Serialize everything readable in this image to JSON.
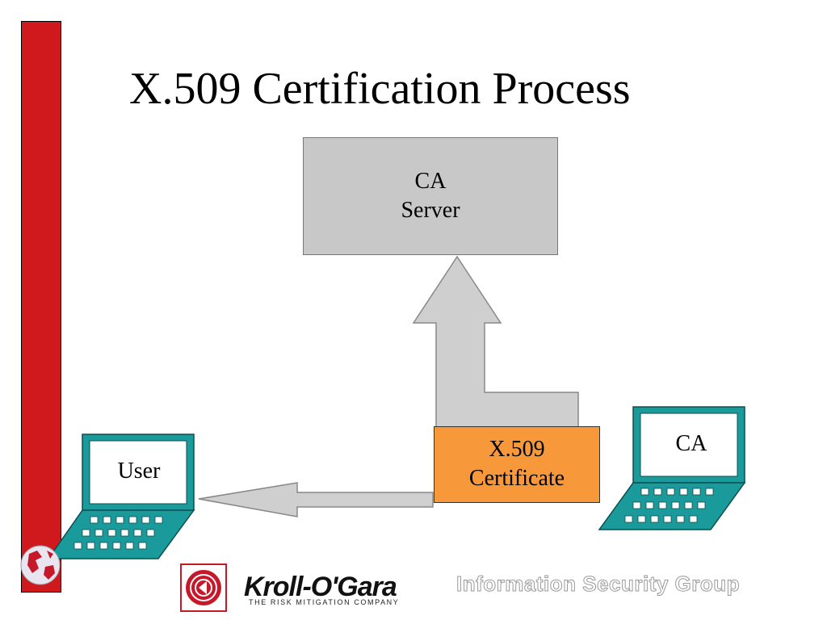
{
  "slide": {
    "title": "X.509 Certification Process"
  },
  "nodes": {
    "ca_server": {
      "line1": "CA",
      "line2": "Server"
    },
    "certificate": {
      "line1": "X.509",
      "line2": "Certificate"
    },
    "user_laptop": {
      "label": "User"
    },
    "ca_laptop": {
      "label": "CA"
    }
  },
  "footer": {
    "company_name": "Kroll-O'Gara",
    "company_tagline": "THE RISK MITIGATION COMPANY",
    "group_name": "Information Security Group"
  },
  "colors": {
    "sidebar": "#d0191c",
    "ca_server_fill": "#c8c8c8",
    "certificate_fill": "#f7993a",
    "laptop_teal": "#1a9a9a",
    "arrow_fill": "#cfcfcf"
  },
  "icons": [
    "globe-icon",
    "kroll-logo-icon",
    "laptop-icon"
  ]
}
